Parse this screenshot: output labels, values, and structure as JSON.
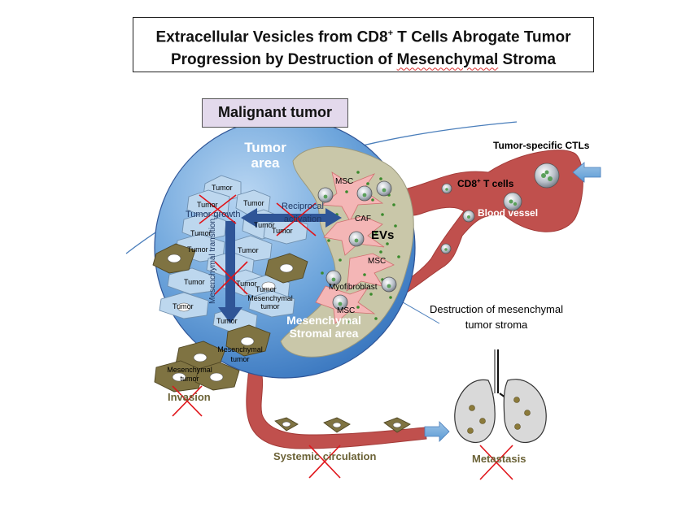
{
  "title": {
    "line1_a": "Extracellular Vesicles from CD8",
    "line1_sup": "+",
    "line1_b": " T Cells Abrogate Tumor",
    "line2_a": "Progression by Destruction of ",
    "line2_b": "Mesenchymal",
    "line2_c": " Stroma"
  },
  "malignant_label": "Malignant tumor",
  "tumor_area": {
    "line1": "Tumor",
    "line2": "area"
  },
  "stromal_area": {
    "line1": "Mesenchymal",
    "line2": "Stromal area"
  },
  "tumor_growth": "Tumor growth",
  "reciprocal": {
    "line1": "Reciprocal",
    "line2": "activation"
  },
  "emt": "Mesenchymal transition",
  "tumor_cell": "Tumor",
  "mes_tumor": {
    "line1": "Mesenchymal",
    "line2": "tumor"
  },
  "msc": "MSC",
  "caf": "CAF",
  "myofibroblast": "Myofibroblast",
  "evs": "EVs",
  "ctl_label": "Tumor-specific CTLs",
  "cd8_label": {
    "a": "CD8",
    "sup": "+",
    "b": " T cells"
  },
  "blood_vessel": "Blood vessel",
  "destruction": {
    "line1": "Destruction of mesenchymal",
    "line2": "tumor stroma"
  },
  "invasion": "Invasion",
  "systemic": "Systemic circulation",
  "metastasis": "Metastasis",
  "colors": {
    "tumor_sphere": "#5b9bd5",
    "stroma": "#c9c7a9",
    "vessel": "#c0504d",
    "tumor_cell": "#bdd7ee",
    "mes_cell": "#7f7342",
    "caf": "#f4b6b6",
    "cross": "#e0141a",
    "arrow": "#2f5597",
    "lung": "#d9d9d9"
  }
}
